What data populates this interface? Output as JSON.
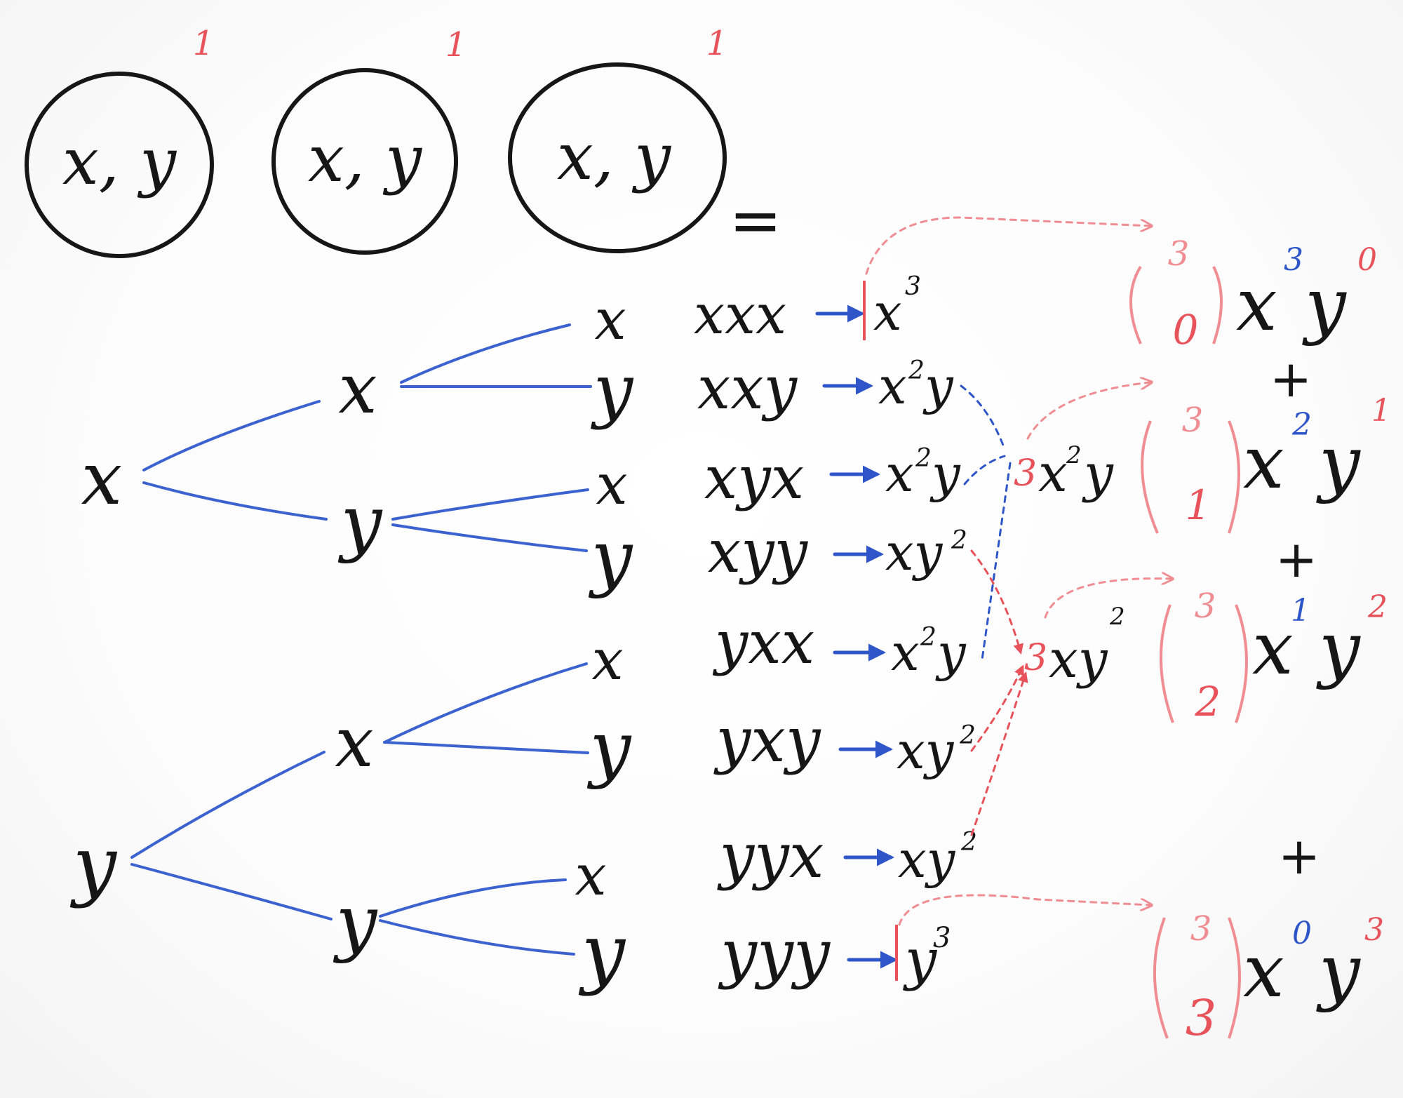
{
  "factors": [
    {
      "text": "x, y",
      "exponent": "1"
    },
    {
      "text": "x, y",
      "exponent": "1"
    },
    {
      "text": "x, y",
      "exponent": "1"
    }
  ],
  "equals": "=",
  "tree": {
    "level1": [
      "x",
      "y"
    ],
    "level2": [
      "x",
      "y",
      "x",
      "y"
    ],
    "level3": [
      "x",
      "y",
      "x",
      "y",
      "x",
      "y",
      "x",
      "y"
    ]
  },
  "words": [
    "xxx",
    "xxy",
    "xyx",
    "xyy",
    "yxx",
    "yxy",
    "yyx",
    "yyy"
  ],
  "monomials": [
    {
      "base": "x",
      "exp": "3",
      "tail": ""
    },
    {
      "base": "x",
      "exp": "2",
      "tail": "y"
    },
    {
      "base": "x",
      "exp": "2",
      "tail": "y"
    },
    {
      "base": "xy",
      "exp": "2",
      "tail": ""
    },
    {
      "base": "x",
      "exp": "2",
      "tail": "y"
    },
    {
      "base": "xy",
      "exp": "2",
      "tail": ""
    },
    {
      "base": "xy",
      "exp": "2",
      "tail": ""
    },
    {
      "base": "y",
      "exp": "3",
      "tail": ""
    }
  ],
  "groups": [
    {
      "coef": "3",
      "base": "x",
      "exp": "2",
      "tail": "y"
    },
    {
      "coef": "3",
      "base": "xy",
      "exp": "2",
      "tail": ""
    }
  ],
  "terms": [
    {
      "n": "3",
      "k": "0",
      "x_exp": "3",
      "y_exp": "0"
    },
    {
      "n": "3",
      "k": "1",
      "x_exp": "2",
      "y_exp": "1"
    },
    {
      "n": "3",
      "k": "2",
      "x_exp": "1",
      "y_exp": "2"
    },
    {
      "n": "3",
      "k": "3",
      "x_exp": "0",
      "y_exp": "3"
    }
  ],
  "plus": "+",
  "colors": {
    "ink": "#161616",
    "red": "#e8535b",
    "blue": "#2f56c8"
  }
}
